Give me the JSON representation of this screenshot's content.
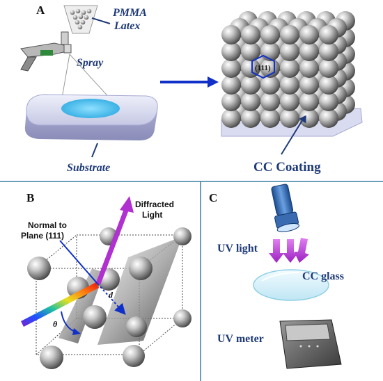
{
  "panels": {
    "a": {
      "letter": "A",
      "latex_line1": "PMMA",
      "latex_line2": "Latex",
      "spray": "Spray",
      "substrate": "Substrate",
      "coating": "CC Coating",
      "plane": "(111)"
    },
    "b": {
      "letter": "B",
      "diffracted_line1": "Diffracted",
      "diffracted_line2": "Light",
      "normal_line1": "Normal to",
      "normal_line2": "Plane (111)",
      "d_symbol": "d",
      "theta_symbol": "θ"
    },
    "c": {
      "letter": "C",
      "uv_light": "UV light",
      "cc_glass": "CC glass",
      "uv_meter": "UV meter"
    }
  },
  "colors": {
    "label_blue": "#1f3a78",
    "arrow_blue": "#1030c8",
    "divider": "#3a7fa0",
    "diffract_purple": "#b030d0",
    "glass_cyan": "#38b8e8"
  },
  "icons": [
    "spray-gun-icon",
    "flashlight-icon",
    "uv-meter-icon"
  ]
}
